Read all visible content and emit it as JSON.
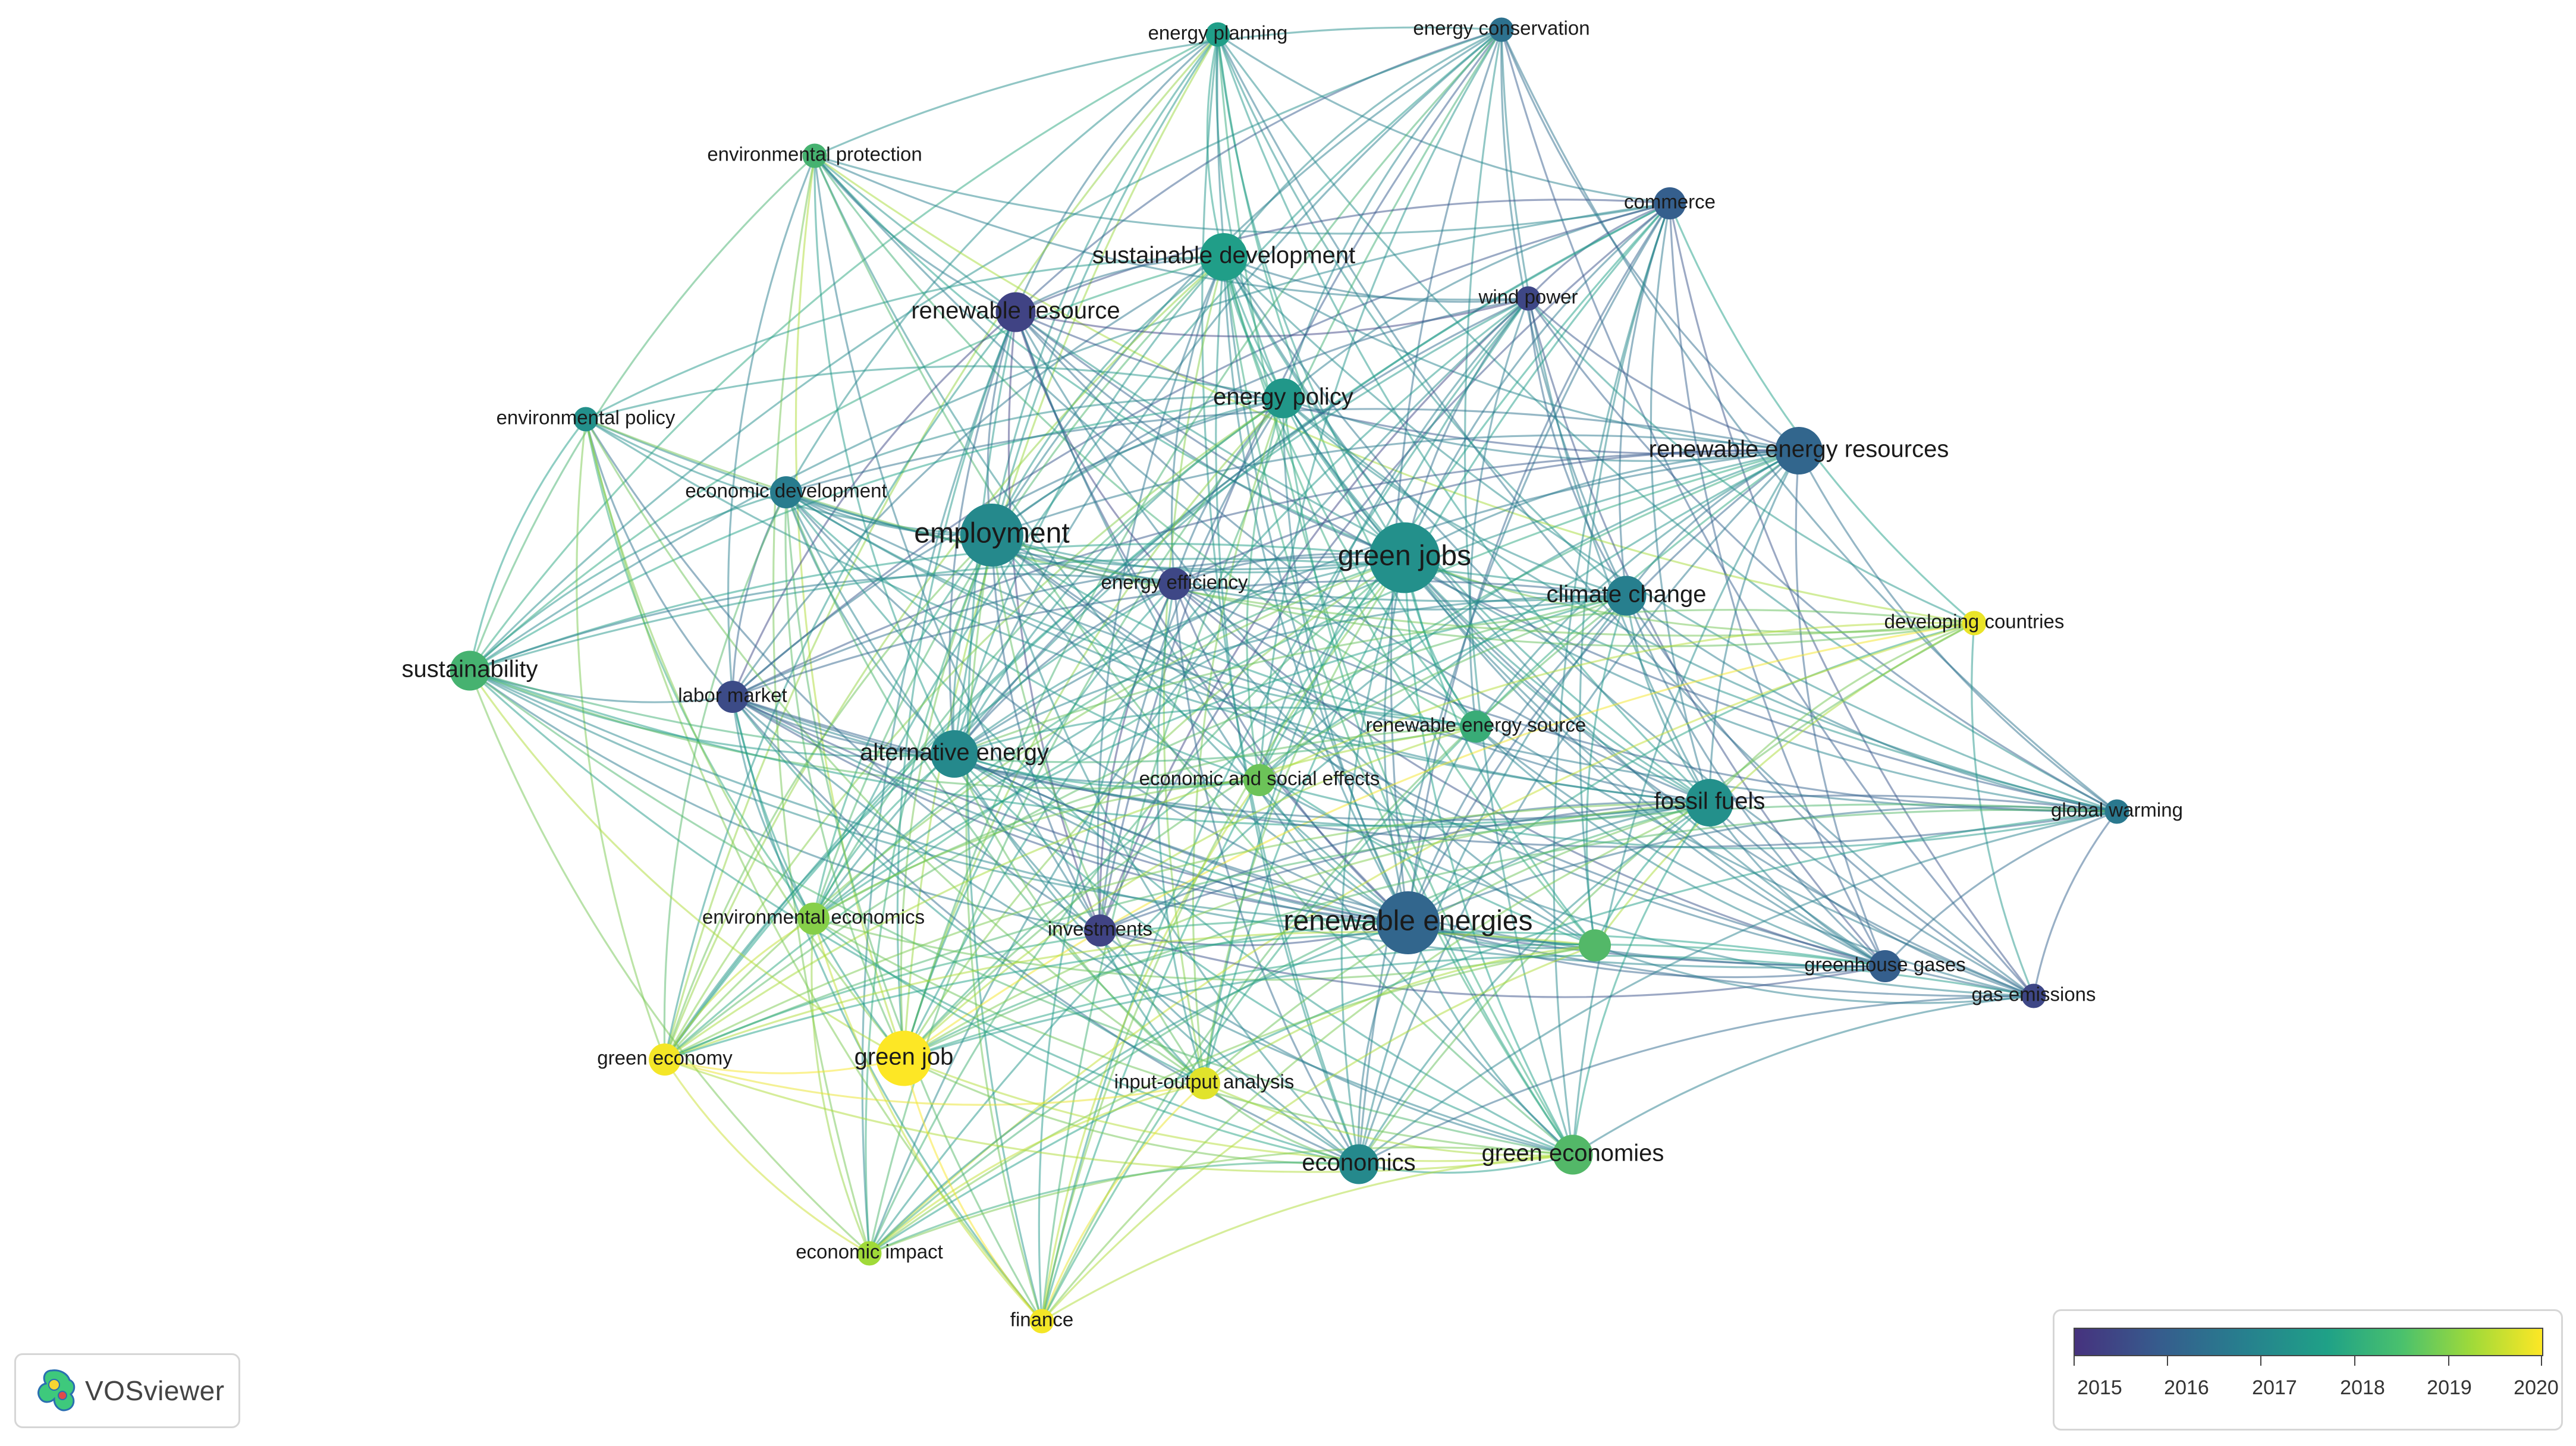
{
  "app": {
    "logo_text": "VOSviewer",
    "logo_icon": "vosviewer-logo-icon"
  },
  "colors": {
    "2015": "#46327e",
    "2016": "#365c8d",
    "2017": "#277f8e",
    "2018": "#1fa187",
    "2019": "#a0da39",
    "2020": "#fde725"
  },
  "legend": {
    "labels": [
      "2015",
      "2016",
      "2017",
      "2018",
      "2019",
      "2020"
    ]
  },
  "network": {
    "nodes": [
      {
        "id": "energy-planning",
        "label": "energy planning",
        "score": 2017.9,
        "weight": 1
      },
      {
        "id": "energy-conservation",
        "label": "energy conservation",
        "score": 2016.6,
        "weight": 1
      },
      {
        "id": "environmental-protection",
        "label": "environmental protection",
        "score": 2018.3,
        "weight": 1
      },
      {
        "id": "commerce",
        "label": "commerce",
        "score": 2016.1,
        "weight": 2
      },
      {
        "id": "sustainable-development",
        "label": "sustainable development",
        "score": 2017.9,
        "weight": 4
      },
      {
        "id": "renewable-resource",
        "label": "renewable resource",
        "score": 2015.4,
        "weight": 3
      },
      {
        "id": "wind-power",
        "label": "wind power",
        "score": 2015.5,
        "weight": 1
      },
      {
        "id": "energy-policy",
        "label": "energy policy",
        "score": 2017.7,
        "weight": 3
      },
      {
        "id": "environmental-policy",
        "label": "environmental policy",
        "score": 2017.5,
        "weight": 1
      },
      {
        "id": "renewable-energy-resources",
        "label": "renewable energy resources",
        "score": 2016.3,
        "weight": 4
      },
      {
        "id": "economic-development",
        "label": "economic development",
        "score": 2016.9,
        "weight": 2
      },
      {
        "id": "employment",
        "label": "employment",
        "score": 2017.3,
        "weight": 6
      },
      {
        "id": "green-jobs",
        "label": "green jobs",
        "score": 2017.5,
        "weight": 7
      },
      {
        "id": "energy-efficiency",
        "label": "energy efficiency",
        "score": 2015.5,
        "weight": 2
      },
      {
        "id": "climate-change",
        "label": "climate change",
        "score": 2017.0,
        "weight": 3
      },
      {
        "id": "developing-countries",
        "label": "developing countries",
        "score": 2019.8,
        "weight": 1
      },
      {
        "id": "sustainability",
        "label": "sustainability",
        "score": 2018.3,
        "weight": 3
      },
      {
        "id": "labor-market",
        "label": "labor market",
        "score": 2015.6,
        "weight": 2
      },
      {
        "id": "renewable-energy-source",
        "label": "renewable energy source",
        "score": 2018.2,
        "weight": 2
      },
      {
        "id": "alternative-energy",
        "label": "alternative energy",
        "score": 2017.3,
        "weight": 4
      },
      {
        "id": "economic-and-social-effects",
        "label": "economic and social effects",
        "score": 2018.6,
        "weight": 2
      },
      {
        "id": "fossil-fuels",
        "label": "fossil fuels",
        "score": 2017.5,
        "weight": 4
      },
      {
        "id": "global-warming",
        "label": "global warming",
        "score": 2016.8,
        "weight": 1
      },
      {
        "id": "environmental-economics",
        "label": "environmental economics",
        "score": 2018.8,
        "weight": 2
      },
      {
        "id": "investments",
        "label": "investments",
        "score": 2015.4,
        "weight": 2
      },
      {
        "id": "renewable-energies",
        "label": "renewable energies",
        "score": 2016.3,
        "weight": 6
      },
      {
        "id": "unlabeled-node",
        "label": "",
        "score": 2018.4,
        "weight": 2
      },
      {
        "id": "greenhouse-gases",
        "label": "greenhouse gases",
        "score": 2016.1,
        "weight": 2
      },
      {
        "id": "gas-emissions",
        "label": "gas emissions",
        "score": 2015.5,
        "weight": 1
      },
      {
        "id": "green-economy",
        "label": "green economy",
        "score": 2019.9,
        "weight": 2
      },
      {
        "id": "green-job",
        "label": "green job",
        "score": 2020.0,
        "weight": 5
      },
      {
        "id": "input-output-analysis",
        "label": "input-output analysis",
        "score": 2019.7,
        "weight": 2
      },
      {
        "id": "economics",
        "label": "economics",
        "score": 2017.3,
        "weight": 3
      },
      {
        "id": "green-economies",
        "label": "green economies",
        "score": 2018.4,
        "weight": 3
      },
      {
        "id": "economic-impact",
        "label": "economic impact",
        "score": 2019.0,
        "weight": 1
      },
      {
        "id": "finance",
        "label": "finance",
        "score": 2019.9,
        "weight": 1
      }
    ]
  }
}
